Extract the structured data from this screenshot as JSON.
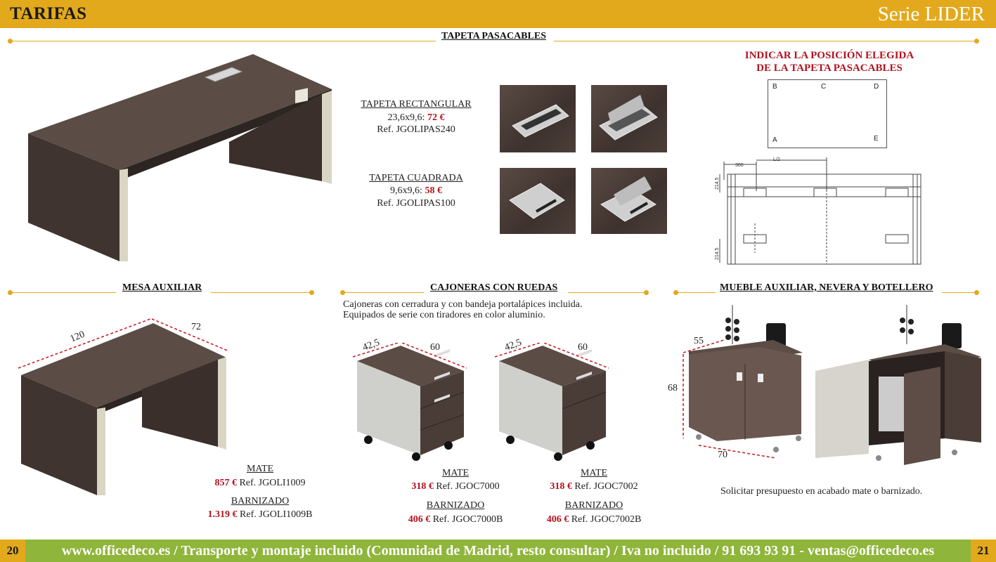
{
  "header": {
    "left_title": "TARIFAS",
    "right_title": "Serie LIDER"
  },
  "sections": {
    "tapeta": {
      "title": "TAPETA PASACABLES",
      "rect": {
        "name": "TAPETA RECTANGULAR",
        "dims": "23,6x9,6:",
        "price": "72 €",
        "ref": "Ref. JGOLIPAS240"
      },
      "square": {
        "name": "TAPETA CUADRADA",
        "dims": "9,6x9,6:",
        "price": "58 €",
        "ref": "Ref. JGOLIPAS100"
      },
      "position": {
        "title_line1": "INDICAR LA POSICIÓN ELEGIDA",
        "title_line2": "DE LA TAPETA PASACABLES",
        "letters": [
          "B",
          "C",
          "D",
          "A",
          "E"
        ],
        "dim_300": "300",
        "dim_l2": "L/2",
        "dim_214a": "214.5",
        "dim_214b": "214.5"
      }
    },
    "mesa": {
      "title": "MESA AUXILIAR",
      "dim_len": "120",
      "dim_depth": "72",
      "mate_label": "MATE",
      "mate_price": "857 €",
      "mate_ref": "Ref. JGOLI1009",
      "barn_label": "BARNIZADO",
      "barn_price": "1.319 €",
      "barn_ref": "Ref. JGOLI1009B"
    },
    "cajoneras": {
      "title": "CAJONERAS CON RUEDAS",
      "desc_line1": "Cajoneras con cerradura y con bandeja portalápices incluida.",
      "desc_line2": "Equipados de serie con tiradores en color aluminio.",
      "items": [
        {
          "dim_a": "42,5",
          "dim_b": "60",
          "mate_label": "MATE",
          "mate_price": "318 €",
          "mate_ref": "Ref. JGOC7000",
          "barn_label": "BARNIZADO",
          "barn_price": "406 €",
          "barn_ref": "Ref. JGOC7000B"
        },
        {
          "dim_a": "42,5",
          "dim_b": "60",
          "mate_label": "MATE",
          "mate_price": "318 €",
          "mate_ref": "Ref. JGOC7002",
          "barn_label": "BARNIZADO",
          "barn_price": "406 €",
          "barn_ref": "Ref. JGOC7002B"
        }
      ]
    },
    "mueble": {
      "title": "MUEBLE AUXILIAR, NEVERA Y BOTELLERO",
      "dim_55": "55",
      "dim_68": "68",
      "dim_70": "70",
      "note": "Solicitar presupuesto en acabado mate o barnizado."
    }
  },
  "footer": {
    "page_left": "20",
    "page_right": "21",
    "text": "www.officedeco.es / Transporte y montaje incluido (Comunidad de Madrid, resto consultar) / Iva no incluido / 91 693 93 91 - ventas@officedeco.es"
  },
  "colors": {
    "accent": "#e3a91c",
    "footer_bg": "#8fb53a",
    "price_red": "#b2121e",
    "wood": "#4a3d38",
    "frame": "#d9d6c4"
  }
}
